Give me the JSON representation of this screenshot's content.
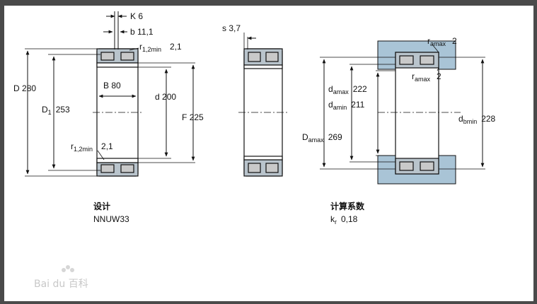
{
  "left_view": {
    "K": {
      "sym": "K",
      "val": "6"
    },
    "b": {
      "sym": "b",
      "val": "11,1"
    },
    "r_top": {
      "sym": "r",
      "sub": "1,2min",
      "val": "2,1"
    },
    "D": {
      "sym": "D",
      "val": "280"
    },
    "D1": {
      "sym": "D",
      "sub": "1",
      "val": "253"
    },
    "B": {
      "sym": "B",
      "val": "80"
    },
    "d": {
      "sym": "d",
      "val": "200"
    },
    "F": {
      "sym": "F",
      "val": "225"
    },
    "r_bottom": {
      "sym": "r",
      "sub": "1,2min",
      "val": "2,1"
    }
  },
  "middle_view": {
    "s": {
      "sym": "s",
      "val": "3,7"
    }
  },
  "right_view": {
    "ra_top": {
      "sym": "r",
      "sub": "amax",
      "val": "2"
    },
    "ra_mid": {
      "sym": "r",
      "sub": "amax",
      "val": "2"
    },
    "da_max": {
      "sym": "d",
      "sub": "amax",
      "val": "222"
    },
    "da_min": {
      "sym": "d",
      "sub": "amin",
      "val": "211"
    },
    "Da_max": {
      "sym": "D",
      "sub": "amax",
      "val": "269"
    },
    "db_min": {
      "sym": "d",
      "sub": "bmin",
      "val": "228"
    }
  },
  "design": {
    "heading": "设计",
    "value": "NNUW33"
  },
  "calc": {
    "heading": "计算系数",
    "kr": {
      "sym": "k",
      "sub": "r",
      "val": "0,18"
    }
  },
  "watermark": "Bai du 百科",
  "colors": {
    "housing": "#a9c4d6",
    "roller": "#c9c9c9",
    "ring": "#b9c4cc",
    "line": "#111111"
  }
}
